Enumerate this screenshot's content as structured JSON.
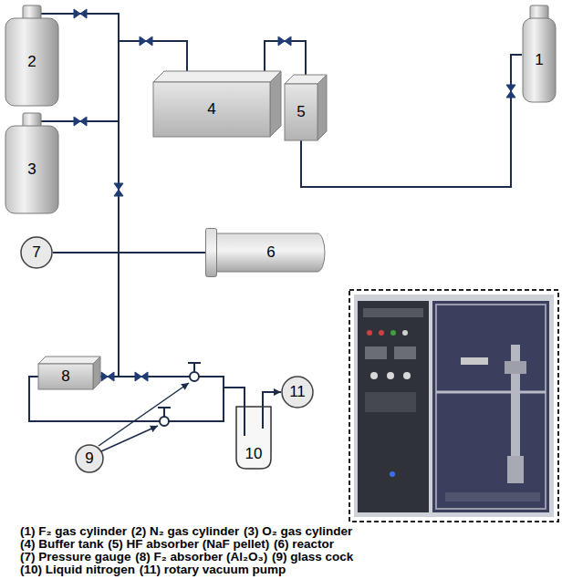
{
  "diagram": {
    "nodes": [
      {
        "text": [
          "2"
        ]
      },
      {
        "text": [
          "4"
        ]
      },
      {
        "text": [
          "5"
        ]
      },
      {
        "text": [
          "1"
        ]
      },
      {
        "text": [
          "3"
        ]
      },
      {
        "text": [
          "7"
        ]
      },
      {
        "text": [
          "6"
        ]
      },
      {
        "text": [
          "8"
        ]
      },
      {
        "text": [
          "9"
        ]
      },
      {
        "text": [
          "10"
        ]
      },
      {
        "text": [
          "11"
        ]
      }
    ],
    "edges": [
      {
        "from": 0,
        "to": 6,
        "arrow": "none"
      },
      {
        "from": 4,
        "to": 6,
        "arrow": "none"
      },
      {
        "from": 1,
        "to": 6,
        "arrow": "none"
      },
      {
        "from": 5,
        "to": 6,
        "arrow": "none"
      },
      {
        "from": 3,
        "to": 2,
        "arrow": "none"
      },
      {
        "from": 2,
        "to": 1,
        "arrow": "none"
      },
      {
        "from": 6,
        "to": 7,
        "arrow": "none"
      },
      {
        "from": 7,
        "to": 9,
        "arrow": "none"
      },
      {
        "from": 9,
        "to": 10,
        "arrow": "to"
      }
    ],
    "labels": [
      "(1) F₂ gas cylinder",
      "(2) N₂ gas cylinder",
      "(3) O₂ gas cylinder",
      "(4) Buffer tank",
      "(5) HF absorber (NaF pellet)",
      "(6) reactor",
      "(7) Pressure gauge",
      "(8) F₂ absorber (Al₂O₃)",
      "(9) glass cock",
      "(10) Liquid nitrogen",
      "(11) rotary vacuum pump"
    ]
  }
}
